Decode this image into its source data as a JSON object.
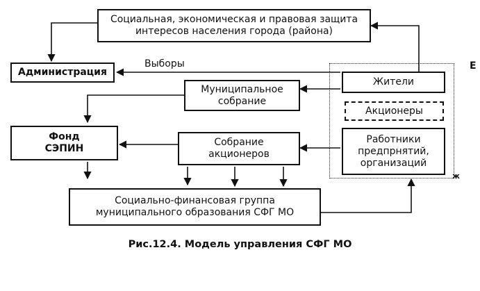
{
  "diagram": {
    "nodes": {
      "social_protection": "Социальная, экономическая и правовая защита\nинтересов населения города (района)",
      "administration": "Администрация",
      "municipal_assembly": "Муниципальное\nсобрание",
      "fund": "Фонд\nСЭПИН",
      "shareholders_assembly": "Собрание\nакционеров",
      "finance_group": "Социально-финансовая группа\nмуниципального образования СФГ МО",
      "residents": "Жители",
      "shareholders": "Акционеры",
      "workers": "Работники\nпредпрнятий,\nорганизаций"
    },
    "edge_labels": {
      "elections": "Выборы"
    },
    "caption": "Рис.12.4. Модель управления СФГ МО",
    "margin_marks": {
      "top_right": "Е",
      "bottom_right": "ж"
    }
  }
}
